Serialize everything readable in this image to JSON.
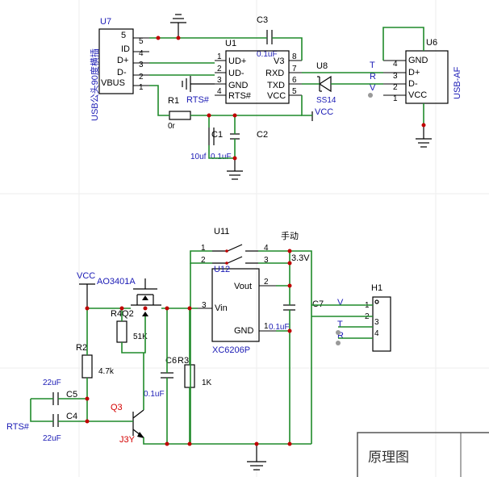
{
  "sheet": {
    "title": "原理图"
  },
  "colors": {
    "wire": "#1f8a2a",
    "junction": "#c00000",
    "net_label": "#1a1ab5",
    "designator_red": "#d40000"
  },
  "u7": {
    "ref": "U7",
    "name": "USB公头90度横插",
    "pins": [
      "ID",
      "D+",
      "D-",
      "VBUS"
    ],
    "pin_nums": [
      "5",
      "4",
      "3",
      "2",
      "1"
    ],
    "top_pin": "5"
  },
  "u1": {
    "ref": "U1",
    "left_pins": [
      "UD+",
      "UD-",
      "GND",
      "RTS#"
    ],
    "left_nums": [
      "1",
      "2",
      "3",
      "4"
    ],
    "right_pins": [
      "V3",
      "RXD",
      "TXD",
      "VCC"
    ],
    "right_nums": [
      "8",
      "7",
      "6",
      "5"
    ]
  },
  "c3": {
    "ref": "C3",
    "value": "0.1uF"
  },
  "u8": {
    "ref": "U8",
    "value": "SS14"
  },
  "u6": {
    "ref": "U6",
    "name": "USB-AF",
    "pins": [
      "GND",
      "D+",
      "D-",
      "VCC"
    ],
    "nums": [
      "4",
      "3",
      "2",
      "1"
    ]
  },
  "r1": {
    "ref": "R1",
    "value": "0r"
  },
  "c1": {
    "ref": "C1",
    "value": "10uf"
  },
  "c2": {
    "ref": "C2",
    "value": "0.1uF"
  },
  "nets": {
    "rts": "RTS#",
    "vcc": "VCC",
    "t": "T",
    "r": "R",
    "v": "V",
    "v33": "3.3V",
    "manual": "手动"
  },
  "u11": {
    "ref": "U11",
    "nums": [
      "1",
      "2",
      "4",
      "3"
    ]
  },
  "u12": {
    "ref": "U12",
    "name": "XC6206P",
    "pins": [
      "Vout",
      "Vin",
      "GND"
    ],
    "nums": [
      "2",
      "3",
      "1"
    ]
  },
  "h1": {
    "ref": "H1",
    "nums": [
      "1",
      "2",
      "3",
      "4"
    ]
  },
  "ao": {
    "value": "AO3401A"
  },
  "r4q2": {
    "text": "R4Q2",
    "value": "51K"
  },
  "r2": {
    "ref": "R2",
    "value": "4.7k"
  },
  "r3": {
    "ref": "R3",
    "value": "1K"
  },
  "c5": {
    "ref": "C5",
    "value": "22uF"
  },
  "c4": {
    "ref": "C4",
    "value": "22uF"
  },
  "c6": {
    "ref": "C6",
    "value": "0.1uF"
  },
  "c7": {
    "ref": "C7",
    "value": "0.1uF"
  },
  "q3": {
    "ref": "Q3",
    "value": "J3Y"
  }
}
